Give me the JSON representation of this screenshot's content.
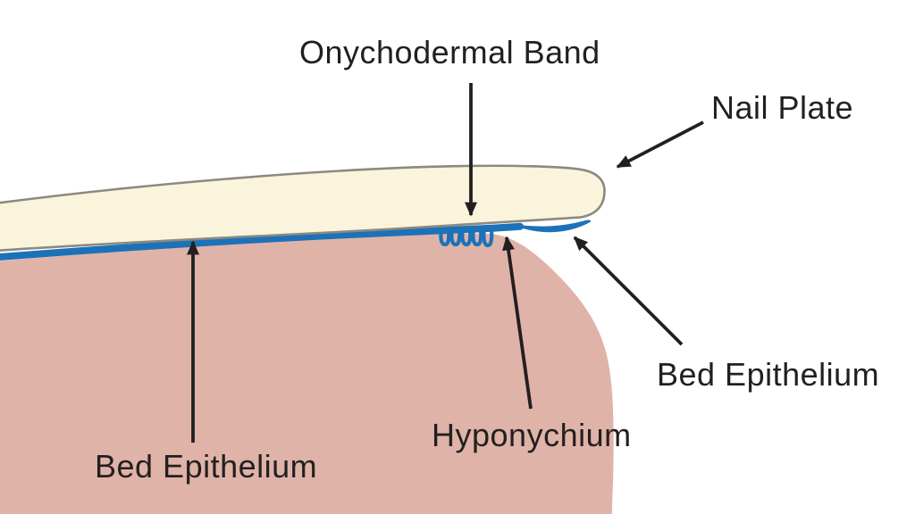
{
  "diagram": {
    "name": "nail-anatomy-cross-section",
    "labels": {
      "onychodermal_band": "Onychodermal Band",
      "nail_plate": "Nail Plate",
      "bed_epithelium_right": "Bed Epithelium",
      "hyponychium": "Hyponychium",
      "bed_epithelium_left": "Bed Epithelium"
    },
    "colors": {
      "background": "#FFFFFF",
      "nail_plate_fill": "#FBF4DC",
      "nail_plate_outline": "#8D8980",
      "bed_epithelium_blue": "#1C72B8",
      "skin_fill": "#DFB3A8",
      "ink": "#231F20"
    }
  }
}
